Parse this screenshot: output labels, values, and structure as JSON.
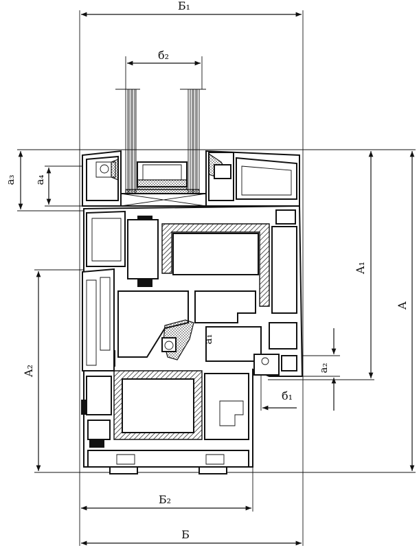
{
  "labels": {
    "B1": "Б₁",
    "b2": "б₂",
    "a3": "a₃",
    "a4": "a₄",
    "A1": "A₁",
    "A": "A",
    "A2": "A₂",
    "a1": "a₁",
    "a2": "a₂",
    "b1": "б₁",
    "B2": "Б₂",
    "B": "Б"
  }
}
